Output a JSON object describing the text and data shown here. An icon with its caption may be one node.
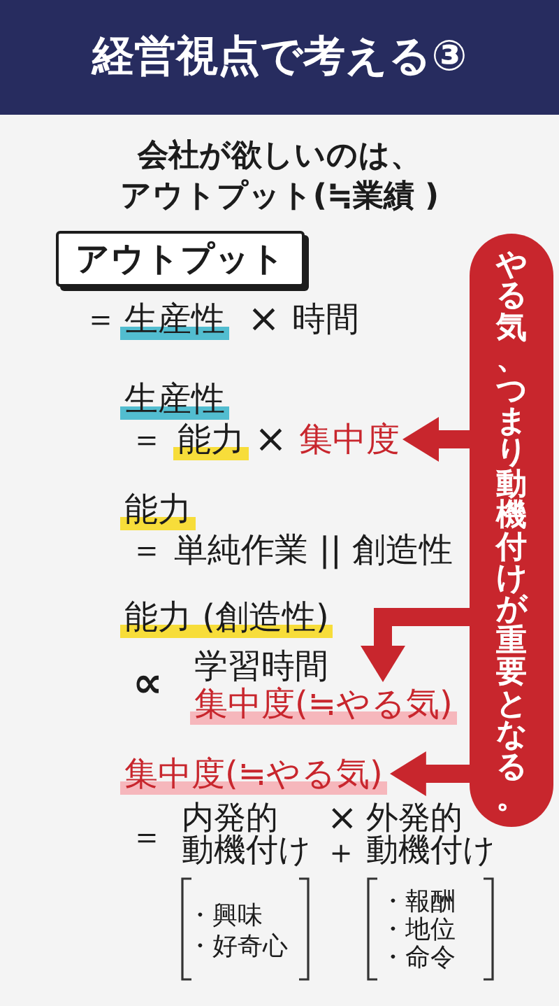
{
  "diagram": {
    "title": "経営視点で考える③",
    "nodes": [
      {
        "text": [
          "アウトプット"
        ]
      },
      {
        "text": [
          "やる気、つまり動機付けが重要となる。"
        ]
      },
      {
        "text": [
          "集中度"
        ]
      },
      {
        "text": [
          "集中度(≒やる気)"
        ]
      },
      {
        "text": [
          "集中度(≒やる気)"
        ]
      }
    ],
    "edges": [
      {
        "from": 1,
        "to": 2,
        "arrow": "to"
      },
      {
        "from": 1,
        "to": 3,
        "arrow": "to"
      },
      {
        "from": 1,
        "to": 4,
        "arrow": "to"
      }
    ],
    "labels": [
      "会社が欲しいのは、アウトプット(≒業績 )",
      "＝",
      "生産性",
      "×",
      "時間",
      "生産性",
      "＝",
      "能力",
      "×",
      "能力",
      "＝ 単純作業 || 創造性",
      "能力 (創造性)",
      "∝",
      "学習時間",
      "＝",
      "内発的動機付け",
      "×",
      "＋",
      "外発的動機付け",
      "・興味",
      "・好奇心",
      "・報酬",
      "・地位",
      "・命令"
    ]
  }
}
